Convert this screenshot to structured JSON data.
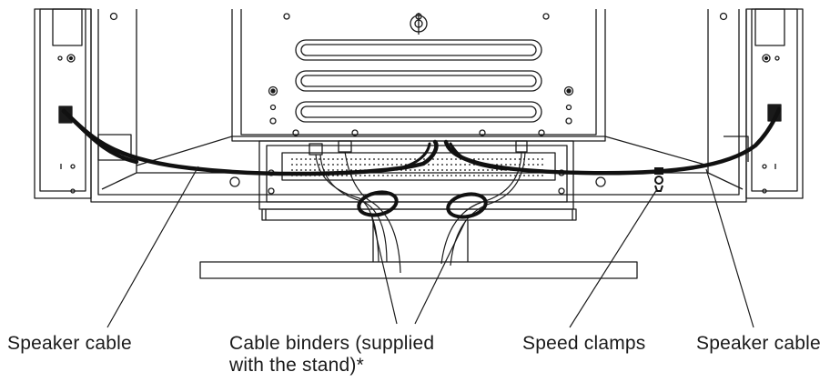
{
  "labels": {
    "speaker_cable_left": "Speaker cable",
    "cable_binders_line1": "Cable binders (supplied",
    "cable_binders_line2": "with the stand)*",
    "speed_clamps": "Speed clamps",
    "speaker_cable_right": "Speaker cable"
  },
  "colors": {
    "line": "#1a1a1a",
    "panel_fill": "#ffffff",
    "detail": "#333333"
  }
}
